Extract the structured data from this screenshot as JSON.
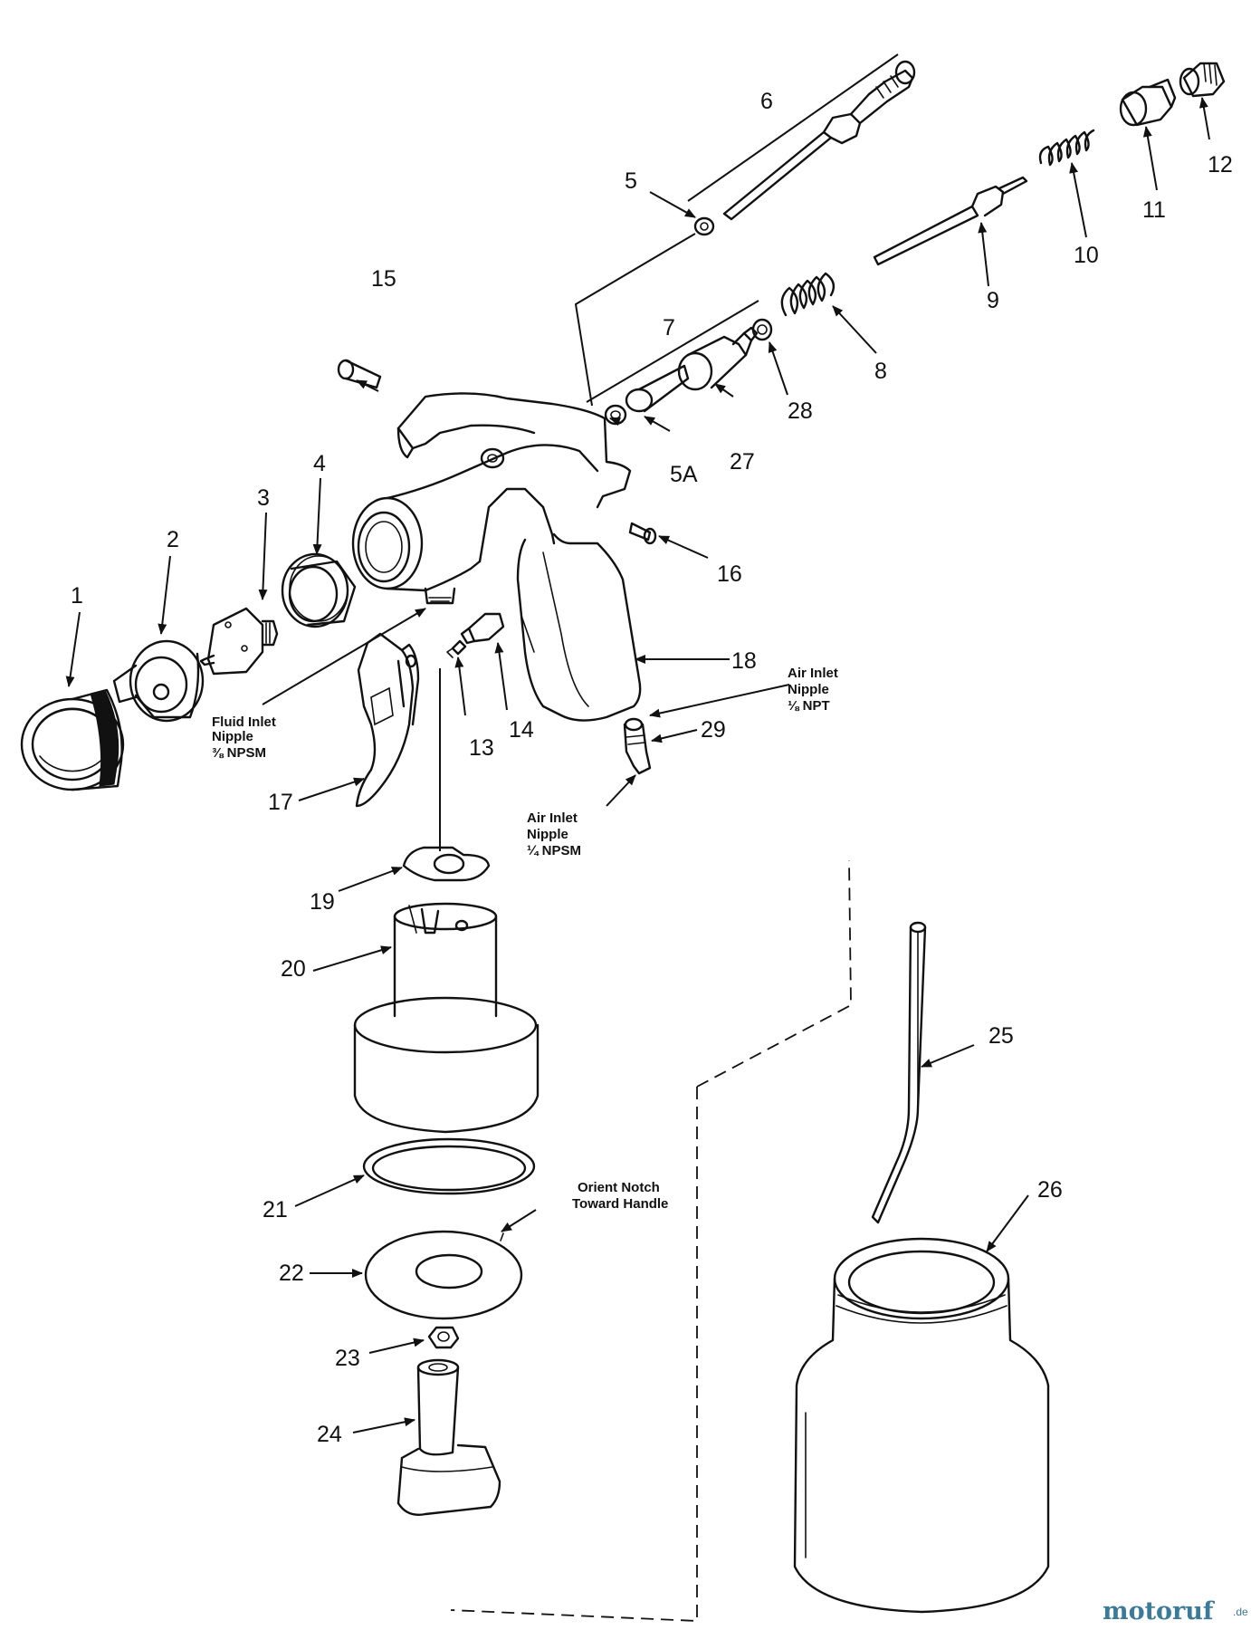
{
  "diagram": {
    "callouts": [
      "1",
      "2",
      "3",
      "4",
      "5",
      "5A",
      "6",
      "7",
      "8",
      "9",
      "10",
      "11",
      "12",
      "13",
      "14",
      "15",
      "16",
      "17",
      "18",
      "19",
      "20",
      "21",
      "22",
      "23",
      "24",
      "25",
      "26",
      "27",
      "28",
      "29"
    ],
    "notes": {
      "fluid_inlet": [
        "Fluid Inlet",
        "Nipple",
        "⅜ NPSM"
      ],
      "air_inlet_npt": [
        "Air Inlet",
        "Nipple",
        "⅛ NPT"
      ],
      "air_inlet_npsm": [
        "Air Inlet",
        "Nipple",
        "¼ NPSM"
      ],
      "orient_notch": [
        "Orient Notch",
        "Toward Handle"
      ]
    }
  },
  "watermark": {
    "brand": "motoruf",
    "suffix": ".de"
  }
}
